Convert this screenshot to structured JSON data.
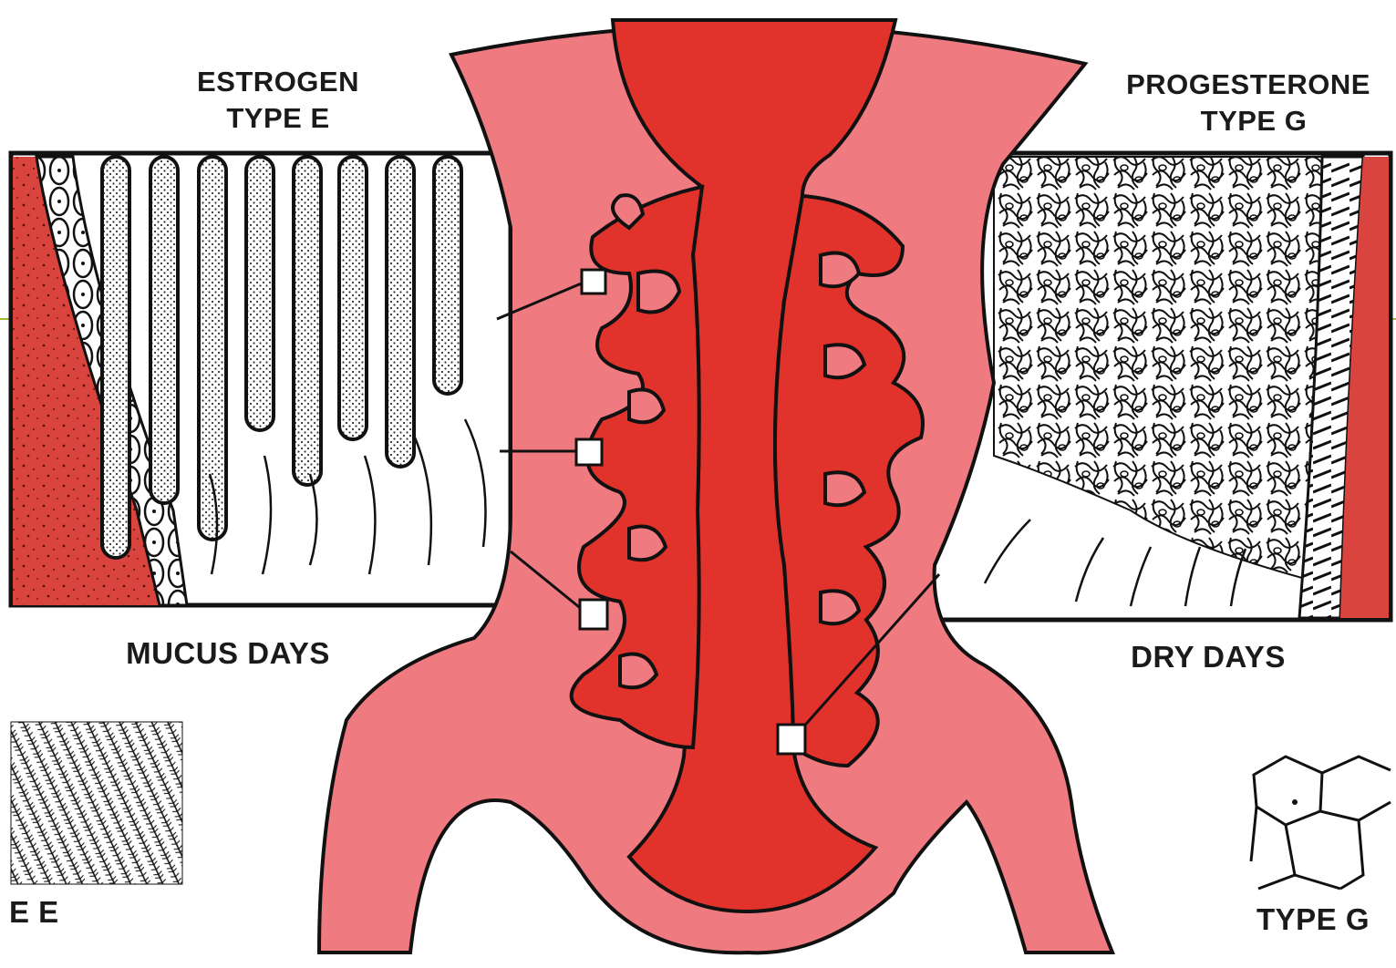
{
  "labels": {
    "estrogen_title": "ESTROGEN",
    "estrogen_type": "TYPE  E",
    "progesterone_title": "PROGESTERONE",
    "progesterone_type": "TYPE  G",
    "mucus_days": "MUCUS DAYS",
    "dry_days": "DRY DAYS",
    "left_inset_caption": "E E",
    "right_inset_caption": "TYPE G"
  },
  "colors": {
    "outer_tissue": "#ef7a80",
    "inner_canal": "#e2322c",
    "stroma": "#d9453e",
    "ink": "#111111",
    "accent_line": "#9bbb3c",
    "background": "#ffffff"
  }
}
